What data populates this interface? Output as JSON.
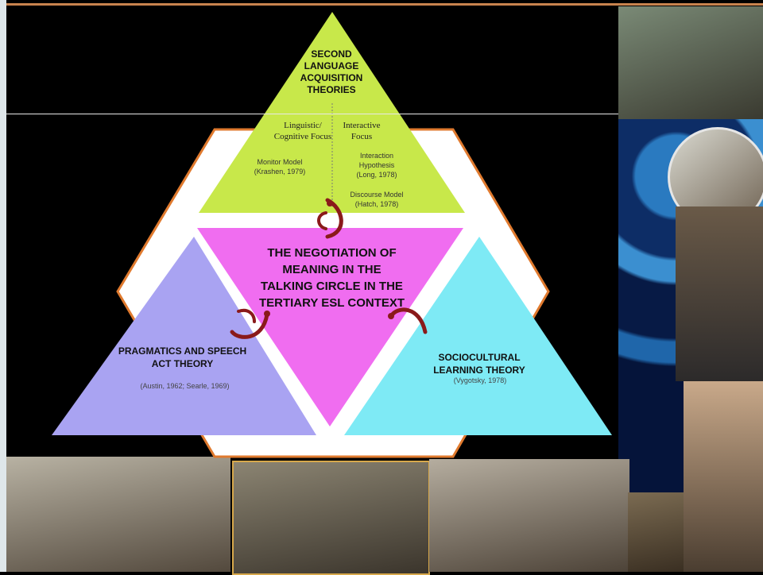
{
  "diagram": {
    "top": {
      "title": "SECOND LANGUAGE ACQUISITION THEORIES",
      "left_focus": "Linguistic/ Cognitive Focus",
      "right_focus": "Interactive Focus",
      "left_item": "Monitor Model (Krashen, 1979)",
      "right_item_1": "Interaction Hypothesis (Long, 1978)",
      "right_item_2": "Discourse Model (Hatch, 1978)"
    },
    "center": {
      "title": "THE NEGOTIATION OF MEANING IN THE TALKING CIRCLE IN THE TERTIARY ESL CONTEXT"
    },
    "left": {
      "title": "PRAGMATICS AND SPEECH ACT THEORY",
      "citation": "(Austin, 1962; Searle, 1969)"
    },
    "right": {
      "title": "SOCIOCULTURAL LEARNING THEORY",
      "citation": "(Vygotsky, 1978)"
    }
  },
  "colors": {
    "top_triangle": "#c8e84a",
    "center_triangle": "#f06df0",
    "left_triangle": "#a9a3f2",
    "right_triangle": "#7eeaf5",
    "hexagon_border": "#e07a2e",
    "connector": "#8a1a1a"
  }
}
